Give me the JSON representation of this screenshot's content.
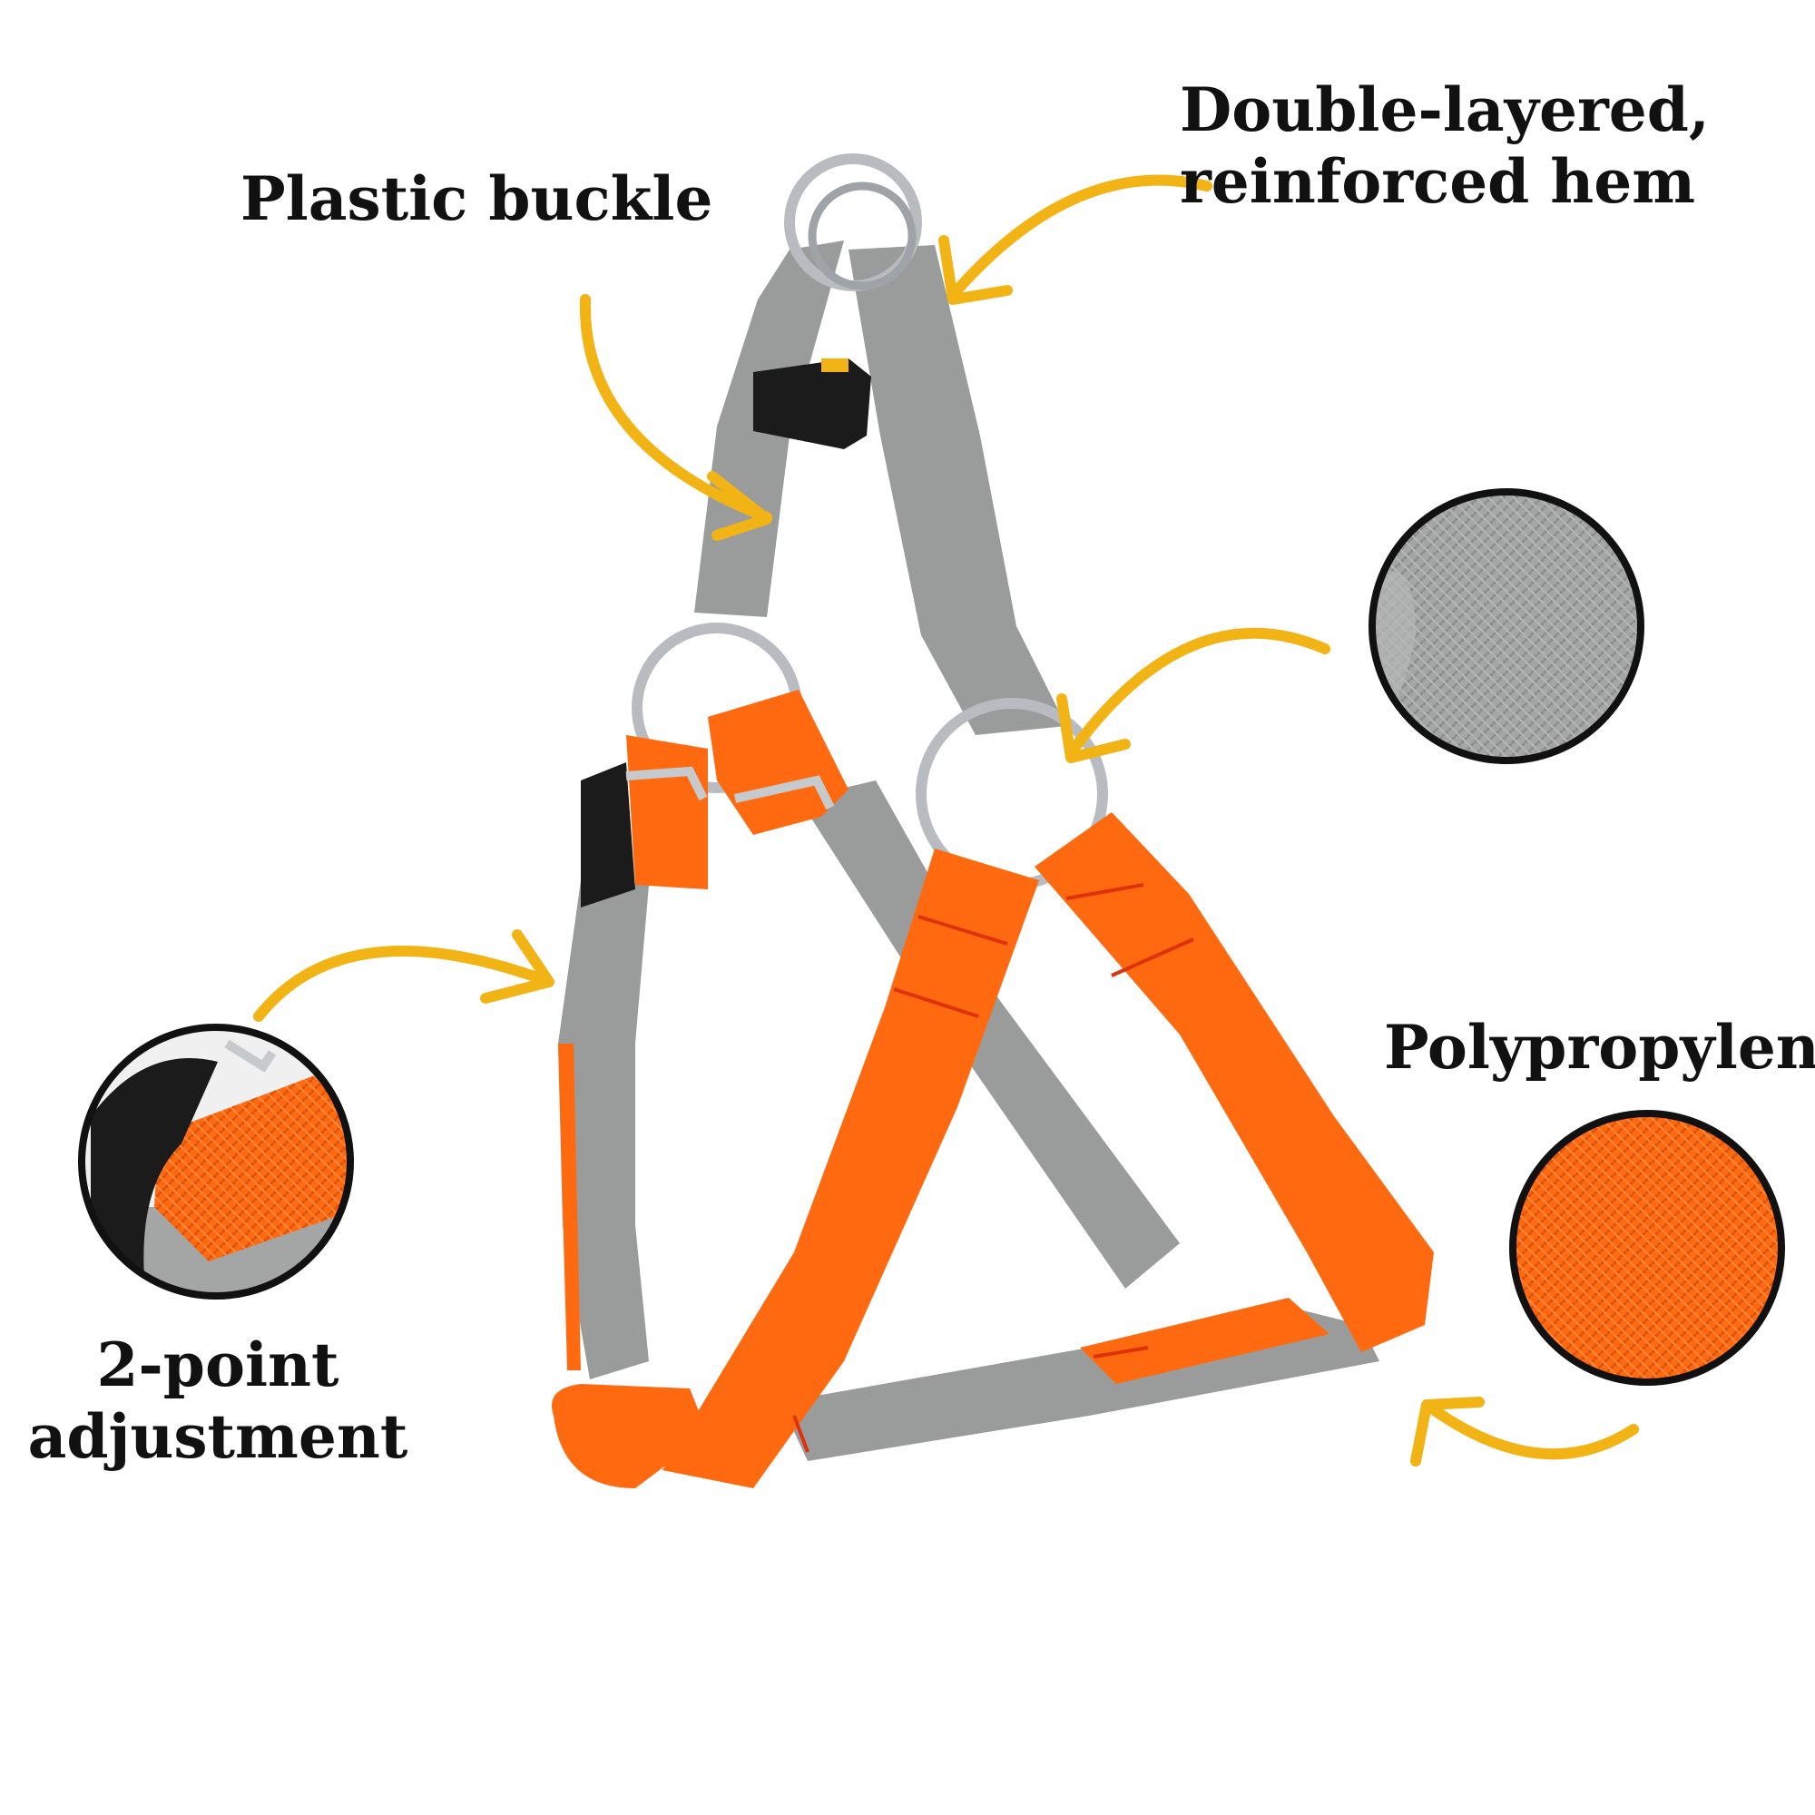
{
  "labels": {
    "plastic_buckle": "Plastic buckle",
    "hem_line1": "Double-layered,",
    "hem_line2": "reinforced hem",
    "polypropylene": "Polypropylene",
    "adjust_line1": "2-point",
    "adjust_line2": "adjustment"
  },
  "colors": {
    "arrow": "#F2B315",
    "strap_orange": "#FF6A10",
    "strap_gray": "#9A9C9C",
    "metal": "#B8BCC0",
    "buckle_black": "#1B1B1B",
    "text": "#111111",
    "circle_border": "#111111"
  }
}
